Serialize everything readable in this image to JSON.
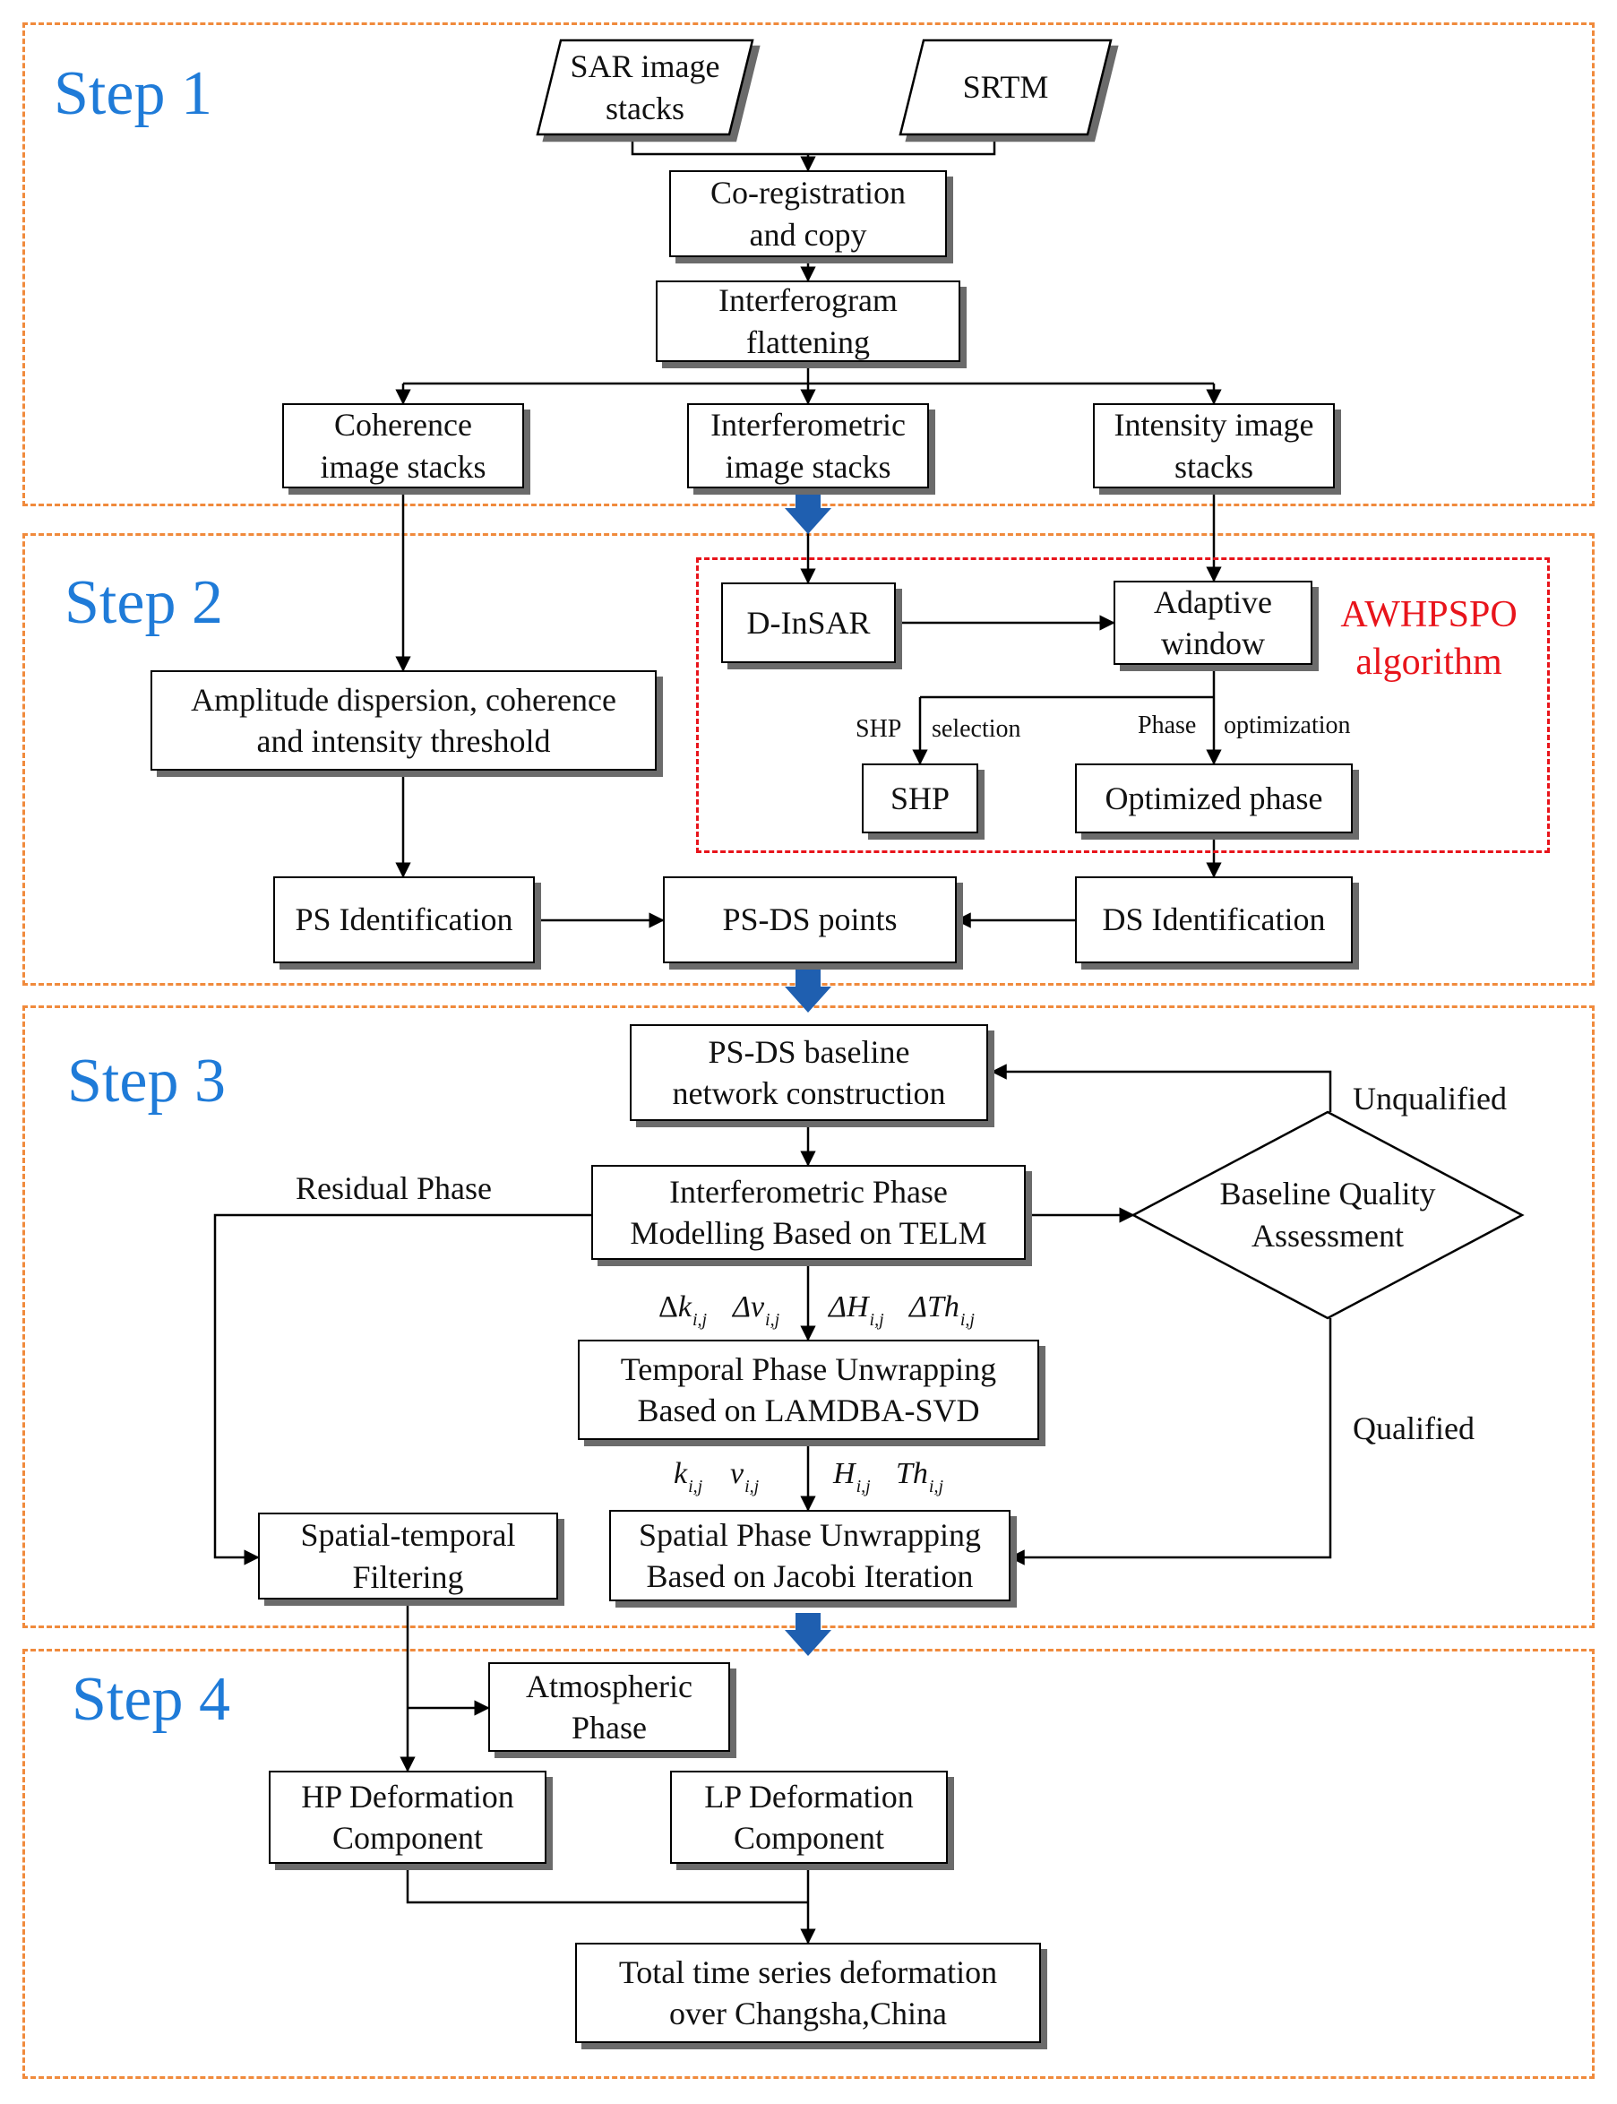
{
  "steps": {
    "s1": "Step 1",
    "s2": "Step 2",
    "s3": "Step 3",
    "s4": "Step 4"
  },
  "inputs": {
    "sar": "SAR image\nstacks",
    "srtm": "SRTM"
  },
  "boxes": {
    "coreg": "Co-registration\nand copy",
    "flatten": "Interferogram\nflattening",
    "coherence": "Coherence\nimage stacks",
    "interf_stacks": "Interferometric\nimage stacks",
    "intensity": "Intensity image\nstacks",
    "dinsar": "D-InSAR",
    "adaptive": "Adaptive\nwindow",
    "amp": "Amplitude dispersion, coherence\nand intensity threshold",
    "shp": "SHP",
    "optphase": "Optimized phase",
    "ps_id": "PS Identification",
    "psds": "PS-DS points",
    "ds_id": "DS Identification",
    "network": "PS-DS baseline\nnetwork construction",
    "telm": "Interferometric Phase\nModelling Based on TELM",
    "temporal": "Temporal Phase Unwrapping\nBased on LAMDBA-SVD",
    "filter": "Spatial-temporal\nFiltering",
    "spatial": "Spatial Phase Unwrapping\nBased on Jacobi Iteration",
    "atmo": "Atmospheric\nPhase",
    "hp": "HP Deformation\nComponent",
    "lp": "LP Deformation\nComponent",
    "total": "Total time series deformation\nover Changsha,China"
  },
  "decision": {
    "text": "Baseline Quality\nAssessment",
    "unqualified": "Unqualified",
    "qualified": "Qualified"
  },
  "algorithm": {
    "label": "AWHPSPO\nalgorithm"
  },
  "edge_labels": {
    "shp_sel_a": "SHP",
    "shp_sel_b": "selection",
    "phase_opt_a": "Phase",
    "phase_opt_b": "optimization",
    "residual": "Residual Phase"
  },
  "params": {
    "delta_row": [
      "Δk",
      "i,j",
      "Δv",
      "i,j",
      "ΔH",
      "i,j",
      "ΔTh",
      "i,j"
    ],
    "plain_row": [
      "k",
      "i,j",
      "v",
      "i,j",
      "H",
      "i,j",
      "Th",
      "i,j"
    ]
  },
  "colors": {
    "step_label": "#1f7bd8",
    "step_frame": "#f08a3c",
    "algorithm": "#e8141b",
    "big_arrow": "#1f5fb0"
  }
}
